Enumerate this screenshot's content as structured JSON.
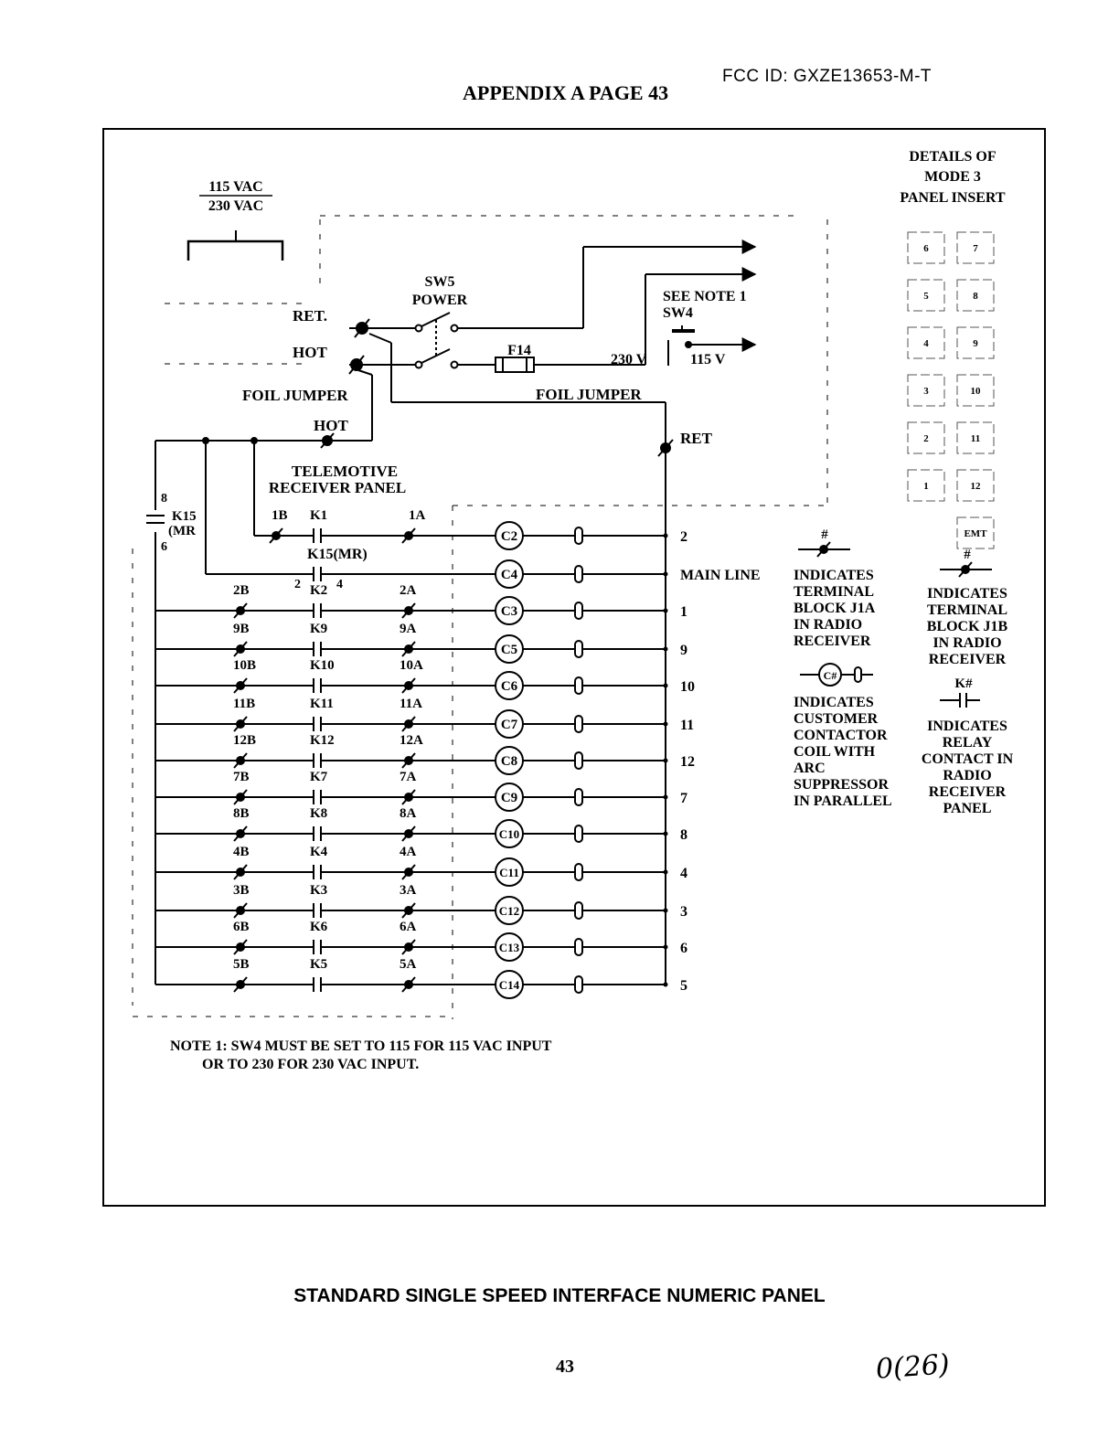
{
  "header": {
    "fcc_id": "FCC ID: GXZE13653-M-T",
    "appendix": "APPENDIX A PAGE 43"
  },
  "diagram": {
    "voltage_top": "115 VAC",
    "voltage_bottom": "230 VAC",
    "sw5_name": "SW5",
    "sw5_label": "POWER",
    "ret_label": "RET.",
    "hot_label": "HOT",
    "see_note": "SEE NOTE 1",
    "sw4_label": "SW4",
    "fuse_label": "F14",
    "v230": "230 V",
    "v115": "115 V",
    "foil_jumper_left": "FOIL JUMPER",
    "foil_jumper_right": "FOIL JUMPER",
    "hot_terminal": "HOT",
    "ret_terminal": "RET",
    "panel_line1": "TELEMOTIVE",
    "panel_line2": "RECEIVER PANEL",
    "k15_top": "K15",
    "k15_sub": "(MR",
    "k15_pin_top": "8",
    "k15_pin_bottom": "6",
    "k15_mr": "K15(MR)",
    "k2_pin_left": "2",
    "k2_pin_right": "4",
    "main_line": "MAIN LINE",
    "rows": [
      {
        "b": "1B",
        "k": "K1",
        "a": "1A",
        "coil": "C2",
        "num": "2"
      },
      {
        "b": "",
        "k": "",
        "a": "",
        "coil": "C4",
        "num": "MAIN LINE"
      },
      {
        "b": "2B",
        "k": "K2",
        "a": "2A",
        "coil": "C3",
        "num": "1"
      },
      {
        "b": "9B",
        "k": "K9",
        "a": "9A",
        "coil": "C5",
        "num": "9"
      },
      {
        "b": "10B",
        "k": "K10",
        "a": "10A",
        "coil": "C6",
        "num": "10"
      },
      {
        "b": "11B",
        "k": "K11",
        "a": "11A",
        "coil": "C7",
        "num": "11"
      },
      {
        "b": "12B",
        "k": "K12",
        "a": "12A",
        "coil": "C8",
        "num": "12"
      },
      {
        "b": "7B",
        "k": "K7",
        "a": "7A",
        "coil": "C9",
        "num": "7"
      },
      {
        "b": "8B",
        "k": "K8",
        "a": "8A",
        "coil": "C10",
        "num": "8"
      },
      {
        "b": "4B",
        "k": "K4",
        "a": "4A",
        "coil": "C11",
        "num": "4"
      },
      {
        "b": "3B",
        "k": "K3",
        "a": "3A",
        "coil": "C12",
        "num": "3"
      },
      {
        "b": "6B",
        "k": "K6",
        "a": "6A",
        "coil": "C13",
        "num": "6"
      },
      {
        "b": "5B",
        "k": "K5",
        "a": "5A",
        "coil": "C14",
        "num": "5"
      }
    ],
    "details_title": [
      "DETAILS OF",
      "MODE 3",
      "PANEL INSERT"
    ],
    "insert_keys": [
      [
        "6",
        "7"
      ],
      [
        "5",
        "8"
      ],
      [
        "4",
        "9"
      ],
      [
        "3",
        "10"
      ],
      [
        "2",
        "11"
      ],
      [
        "1",
        "12"
      ],
      [
        "EMT"
      ]
    ],
    "legend": {
      "j1a_symbol": "#",
      "j1a_text": [
        "INDICATES",
        "TERMINAL",
        "BLOCK J1A",
        "IN RADIO",
        "RECEIVER"
      ],
      "j1b_symbol": "#",
      "j1b_text": [
        "INDICATES",
        "TERMINAL",
        "BLOCK J1B",
        "IN RADIO",
        "RECEIVER"
      ],
      "coil_symbol": "C#",
      "coil_text": [
        "INDICATES",
        "CUSTOMER",
        "CONTACTOR",
        "COIL WITH",
        "ARC",
        "SUPPRESSOR",
        "IN PARALLEL"
      ],
      "relay_symbol": "K#",
      "relay_text": [
        "INDICATES",
        "RELAY",
        "CONTACT IN",
        "RADIO",
        "RECEIVER",
        "PANEL"
      ]
    },
    "note_line1": "NOTE 1: SW4 MUST BE SET TO 115 FOR 115 VAC INPUT",
    "note_line2": "OR TO 230 FOR 230 VAC INPUT."
  },
  "footer": {
    "title": "STANDARD SINGLE SPEED INTERFACE NUMERIC PANEL",
    "page_number": "43",
    "handwritten": "0(26)"
  }
}
